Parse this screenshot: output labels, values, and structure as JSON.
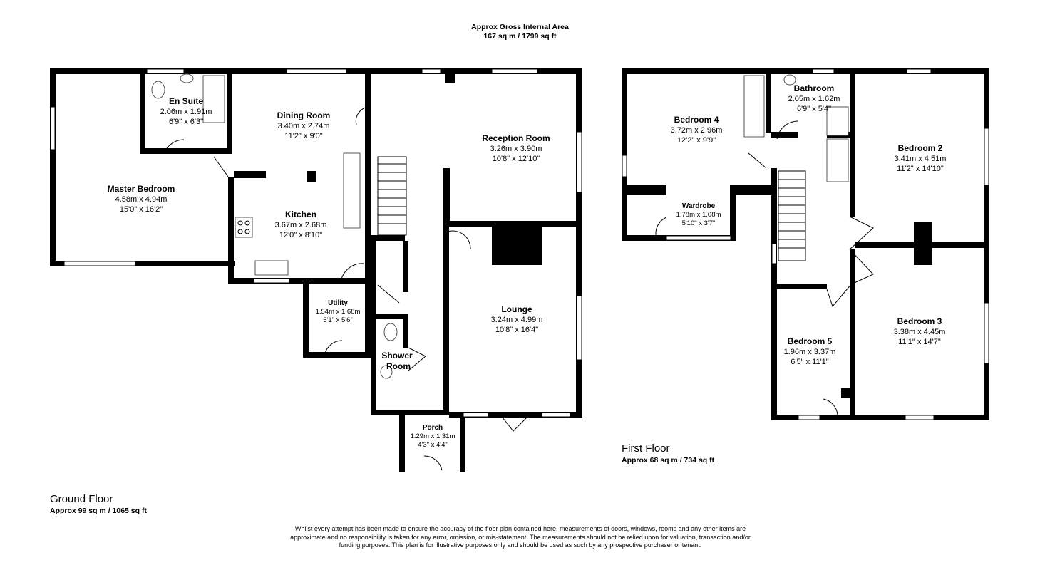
{
  "gross_area": {
    "title": "Approx Gross Internal Area",
    "value": "167 sq m / 1799 sq ft"
  },
  "ground_floor": {
    "name": "Ground Floor",
    "area": "Approx 99 sq m / 1065 sq ft",
    "rooms": [
      {
        "name": "Master Bedroom",
        "metric": "4.58m x 4.94m",
        "imperial": "15'0\" x 16'2\""
      },
      {
        "name": "En Suite",
        "metric": "2.06m x 1.91m",
        "imperial": "6'9\" x 6'3\""
      },
      {
        "name": "Dining Room",
        "metric": "3.40m x 2.74m",
        "imperial": "11'2\" x 9'0\""
      },
      {
        "name": "Kitchen",
        "metric": "3.67m x 2.68m",
        "imperial": "12'0\" x 8'10\""
      },
      {
        "name": "Utility",
        "metric": "1.54m x 1.68m",
        "imperial": "5'1\" x 5'6\""
      },
      {
        "name": "Shower",
        "name2": "Room"
      },
      {
        "name": "Porch",
        "metric": "1.29m x 1.31m",
        "imperial": "4'3\" x 4'4\""
      },
      {
        "name": "Reception Room",
        "metric": "3.26m x 3.90m",
        "imperial": "10'8\" x 12'10\""
      },
      {
        "name": "Lounge",
        "metric": "3.24m x 4.99m",
        "imperial": "10'8\" x 16'4\""
      }
    ]
  },
  "first_floor": {
    "name": "First Floor",
    "area": "Approx 68 sq m / 734 sq ft",
    "rooms": [
      {
        "name": "Bedroom 4",
        "metric": "3.72m x 2.96m",
        "imperial": "12'2\" x 9'9\""
      },
      {
        "name": "Wardrobe",
        "metric": "1.78m x 1.08m",
        "imperial": "5'10\" x 3'7\""
      },
      {
        "name": "Bathroom",
        "metric": "2.05m x 1.62m",
        "imperial": "6'9\" x 5'4\""
      },
      {
        "name": "Bedroom 2",
        "metric": "3.41m x 4.51m",
        "imperial": "11'2\" x 14'10\""
      },
      {
        "name": "Bedroom 5",
        "metric": "1.96m x 3.37m",
        "imperial": "6'5\" x 11'1\""
      },
      {
        "name": "Bedroom 3",
        "metric": "3.38m x 4.45m",
        "imperial": "11'1\" x 14'7\""
      }
    ]
  },
  "disclaimer": "Whilst every attempt has been made to ensure the accuracy of the floor plan contained here, measurements of doors, windows, rooms and any other items are approximate and no responsibility is taken for any error, omission, or mis-statement. The measurements should not be relied upon for valuation, transaction and/or funding purposes. This plan is for illustrative purposes only and should be used as such by any prospective purchaser or tenant."
}
